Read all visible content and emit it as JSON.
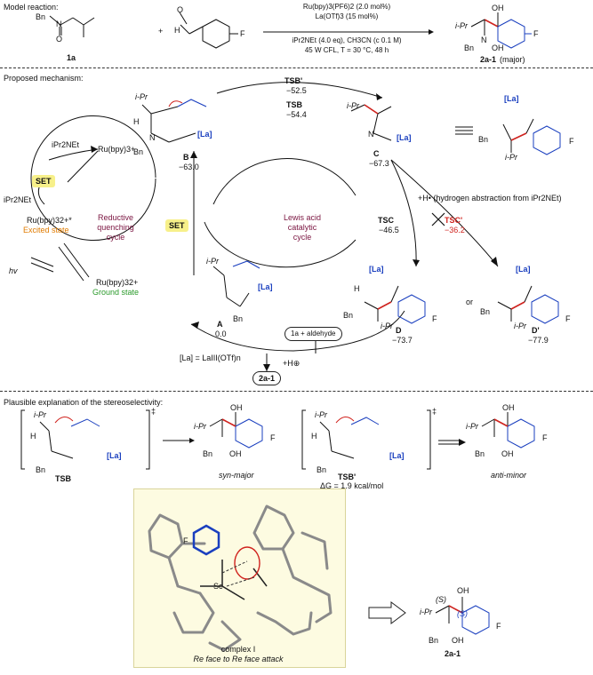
{
  "model": {
    "heading": "Model reaction:",
    "conditions": [
      "Ru(bpy)3(PF6)2 (2.0 mol%)",
      "La(OTf)3 (15 mol%)",
      "iPr2NEt (4.0 eq), CH3CN (c 0.1 M)",
      "45 W CFL, T = 30 °C, 48 h"
    ],
    "reactant_label": "1a",
    "product_label": "2a-1",
    "product_note": "(major)",
    "plus": "+",
    "atoms": {
      "bn": "Bn",
      "n": "N",
      "o_minus": "O",
      "h": "H",
      "f": "F",
      "oh": "OH",
      "ipr": "i-Pr"
    }
  },
  "mechanism": {
    "heading": "Proposed mechanism:",
    "ts_b_prime": {
      "label": "TSB'",
      "energy": "−52.5"
    },
    "ts_b": {
      "label": "TSB",
      "energy": "−54.4"
    },
    "B": {
      "label": "B",
      "energy": "−63.0"
    },
    "C": {
      "label": "C",
      "energy": "−67.3"
    },
    "D": {
      "label": "D",
      "energy": "−73.7"
    },
    "D_prime": {
      "label": "D'",
      "energy": "−77.9"
    },
    "A": {
      "label": "A",
      "energy": "0.0"
    },
    "ts_c": {
      "label": "TSC",
      "energy": "−46.5"
    },
    "ts_c_prime": {
      "label": "TSC'",
      "energy": "−36.2"
    },
    "or": "or",
    "la": "[La]",
    "hydrogen_abstraction": "+H• (hydrogen abstraction from iPr2NEt)",
    "amine_radical_cation": "iPr2NEt",
    "amine": "iPr2NEt",
    "ru3": "Ru(bpy)3+",
    "ru2_excited": "Ru(bpy)32+*",
    "excited_state": "Excited state",
    "ru2_ground": "Ru(bpy)32+",
    "ground_state": "Ground state",
    "hv": "hv",
    "set1": "SET",
    "set2": "SET",
    "reductive_cycle": [
      "Reductive",
      "quenching",
      "cycle"
    ],
    "lewis_cycle": [
      "Lewis acid",
      "catalytic",
      "cycle"
    ],
    "la_definition": "[La] = LaIII(OTf)n",
    "input": "1a + aldehyde",
    "proton": "+H⊕",
    "output": "2a-1"
  },
  "stereo": {
    "heading": "Plausible explanation of the stereoselectivity:",
    "ts_b": "TSB",
    "ts_b_prime": "TSB'",
    "delta_g": "ΔG = 1.9 kcal/mol",
    "syn": "syn-major",
    "anti": "anti-minor",
    "dagger": "‡"
  },
  "complex": {
    "name": "complex I",
    "attack": "Re face to Re face attack",
    "product": "2a-1",
    "s1": "(S)",
    "s2": "(S)",
    "sc": "Sc"
  },
  "colors": {
    "red": "#d0231e",
    "blue": "#1a3fbf",
    "orange": "#e07b00",
    "green": "#2a9a2a",
    "set_yellow": "#f7f08a"
  }
}
